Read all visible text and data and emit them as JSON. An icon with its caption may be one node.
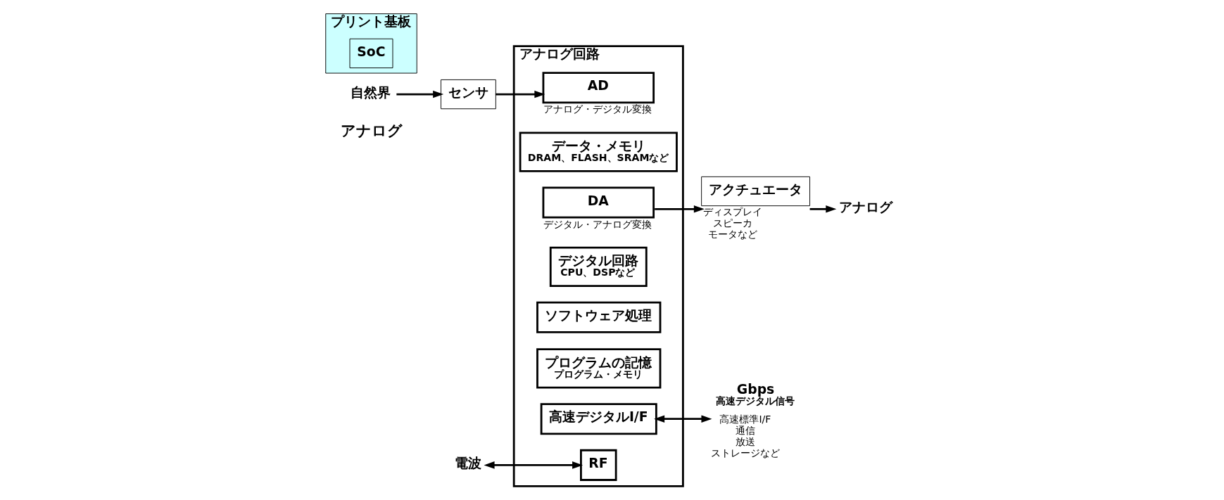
{
  "diagram": {
    "nodes": [
      {
        "text": [
          "自然界"
        ]
      },
      {
        "text": [
          "センサ"
        ]
      },
      {
        "text": [
          "アナログ回路"
        ]
      },
      {
        "text": [
          "AD"
        ],
        "in": 2,
        "beside": [
          "アナログ・デジタル変換"
        ]
      },
      {
        "text": [
          "データ・メモリ",
          "DRAM、FLASH、SRAMなど"
        ],
        "in": 2
      },
      {
        "text": [
          "DA"
        ],
        "in": 2,
        "beside": [
          "デジタル・アナログ変換"
        ]
      },
      {
        "text": [
          "デジタル回路",
          "CPU、DSPなど"
        ],
        "in": 2
      },
      {
        "text": [
          "ソフトウェア処理"
        ],
        "in": 2
      },
      {
        "text": [
          "プログラムの記憶",
          "プログラム・メモリ"
        ],
        "in": 2
      },
      {
        "text": [
          "高速デジタルI/F"
        ],
        "in": 2
      },
      {
        "text": [
          "RF"
        ],
        "in": 2
      },
      {
        "text": [
          "電波"
        ]
      },
      {
        "text": [
          "アクチュエータ"
        ],
        "beside": [
          "ディスプレイ",
          "スピーカ",
          "モータなど"
        ]
      },
      {
        "text": [
          "アナログ"
        ]
      },
      {
        "text": [
          "Gbps",
          "高速デジタル信号"
        ],
        "beside": [
          "高速標準I/F",
          "通信",
          "放送",
          "ストレージなど"
        ]
      },
      {
        "text": [
          "プリント基板"
        ]
      },
      {
        "text": [
          "SoC"
        ],
        "in": 15
      }
    ],
    "edges": [
      {
        "from": 0,
        "to": 1,
        "arrow": "to"
      },
      {
        "from": 1,
        "to": 3,
        "arrow": "to"
      },
      {
        "from": 11,
        "to": 10,
        "arrow": "both"
      },
      {
        "from": 5,
        "to": 12,
        "arrow": "to"
      },
      {
        "from": 12,
        "to": 13,
        "arrow": "to"
      },
      {
        "from": 9,
        "to": 14,
        "arrow": "both"
      }
    ],
    "labels": [
      "アナログ"
    ]
  }
}
